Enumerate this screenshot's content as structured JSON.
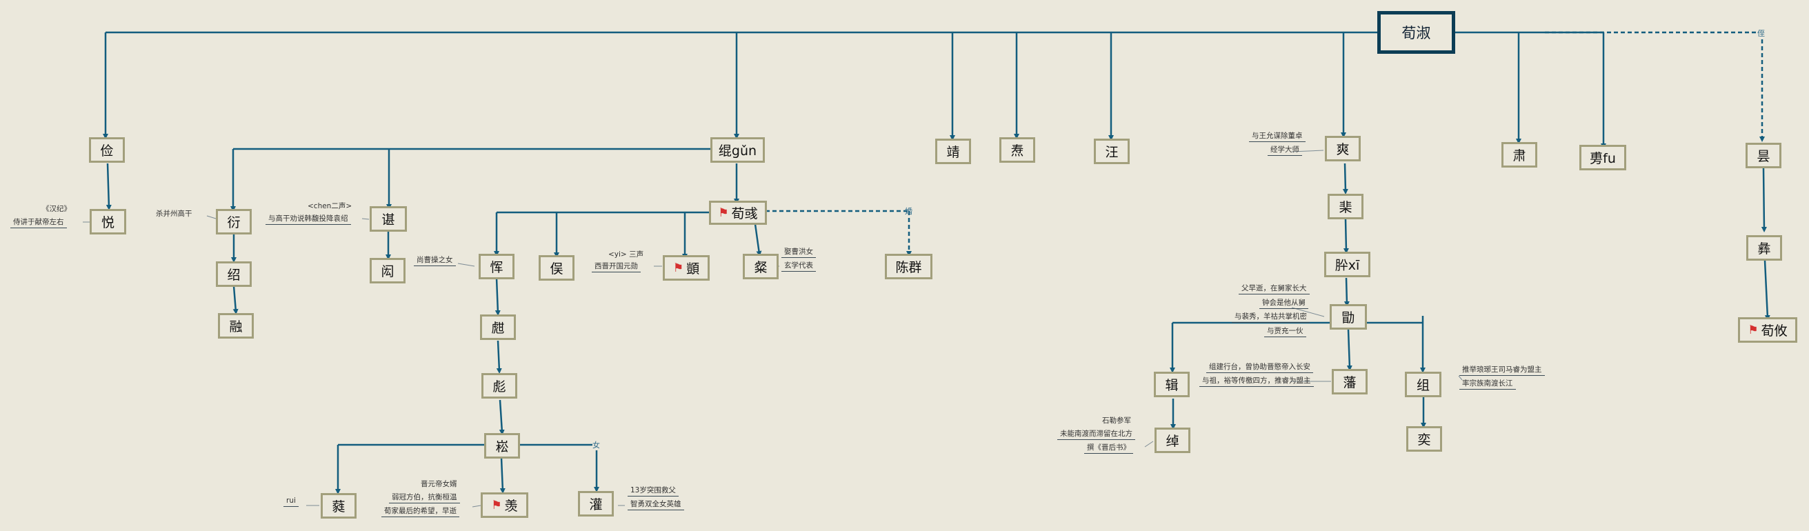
{
  "colors": {
    "line": "#135d7e",
    "node_border": "#a29f7c",
    "root_border": "#0c3d55",
    "flag": "#d53030",
    "background": "#ebe8dc"
  },
  "icons": {
    "flag": "red-flag-icon"
  },
  "nodes": {
    "root": "荀淑",
    "jian": "俭",
    "yue": "悦",
    "gun": "绲gǔn",
    "jing": "靖",
    "tao": "焘",
    "wang": "汪",
    "shuang": "爽",
    "su": "肃",
    "fu": "旉fu",
    "yu_top": "昙",
    "yi": "彝",
    "xunyou": "荀攸",
    "yan": "衍",
    "shao": "绍",
    "rong": "融",
    "chen": "谌",
    "min": "闳",
    "xunyu": "荀彧",
    "yun": "恽",
    "hou": "俣",
    "yi2": "顗",
    "can": "粲",
    "chenqun": "陈群",
    "bian": "彪",
    "gan": "甝",
    "song": "崧",
    "rui": "蕤",
    "xian": "羡",
    "guan": "灌",
    "fei": "棐",
    "yi3": "肸xī",
    "xu": "勖",
    "ji": "辑",
    "chuo": "绰",
    "fan": "藩",
    "zu": "组",
    "yi4": "奕"
  },
  "edge_labels": {
    "marry": "婚",
    "nephew": "侄",
    "daughter": "女"
  },
  "notes": {
    "yue_hanji": "《汉纪》",
    "yue_desc": "侍讲于献帝左右",
    "yan_desc": "杀并州高干",
    "chen_pron": "<chen二声>",
    "chen_desc": "与高干劝说韩馥投降袁绍",
    "yun_wife": "尚曹操之女",
    "yi2_pron": "<yi> 三声",
    "yi2_desc": "西晋开国元勋",
    "can_1": "娶曹洪女",
    "can_2": "玄学代表",
    "shuang_1": "与王允谋除董卓",
    "shuang_2": "经学大师",
    "xu_1": "父早逝，在舅家长大",
    "xu_2": "钟会是他从舅",
    "xu_3": "与裴秀，羊祜共掌机密",
    "xu_4": "与贾充一伙",
    "fan_1": "组建行台，曾协助晋愍帝入长安",
    "fan_2": "与祖，裕等传檄四方，推睿为盟主",
    "zu_1": "推举琅琊王司马睿为盟主",
    "zu_2": "率宗族南渡长江",
    "chuo_1": "石勒参军",
    "chuo_2": "未能南渡而滞留在北方",
    "chuo_3": "撰《晋后书》",
    "rui_pron": "rui",
    "xian_1": "晋元帝女婿",
    "xian_2": "弱冠方伯，抗衡桓温",
    "xian_3": "荀家最后的希望，早逝",
    "guan_1": "13岁突围救父",
    "guan_2": "智勇双全女英雄"
  }
}
